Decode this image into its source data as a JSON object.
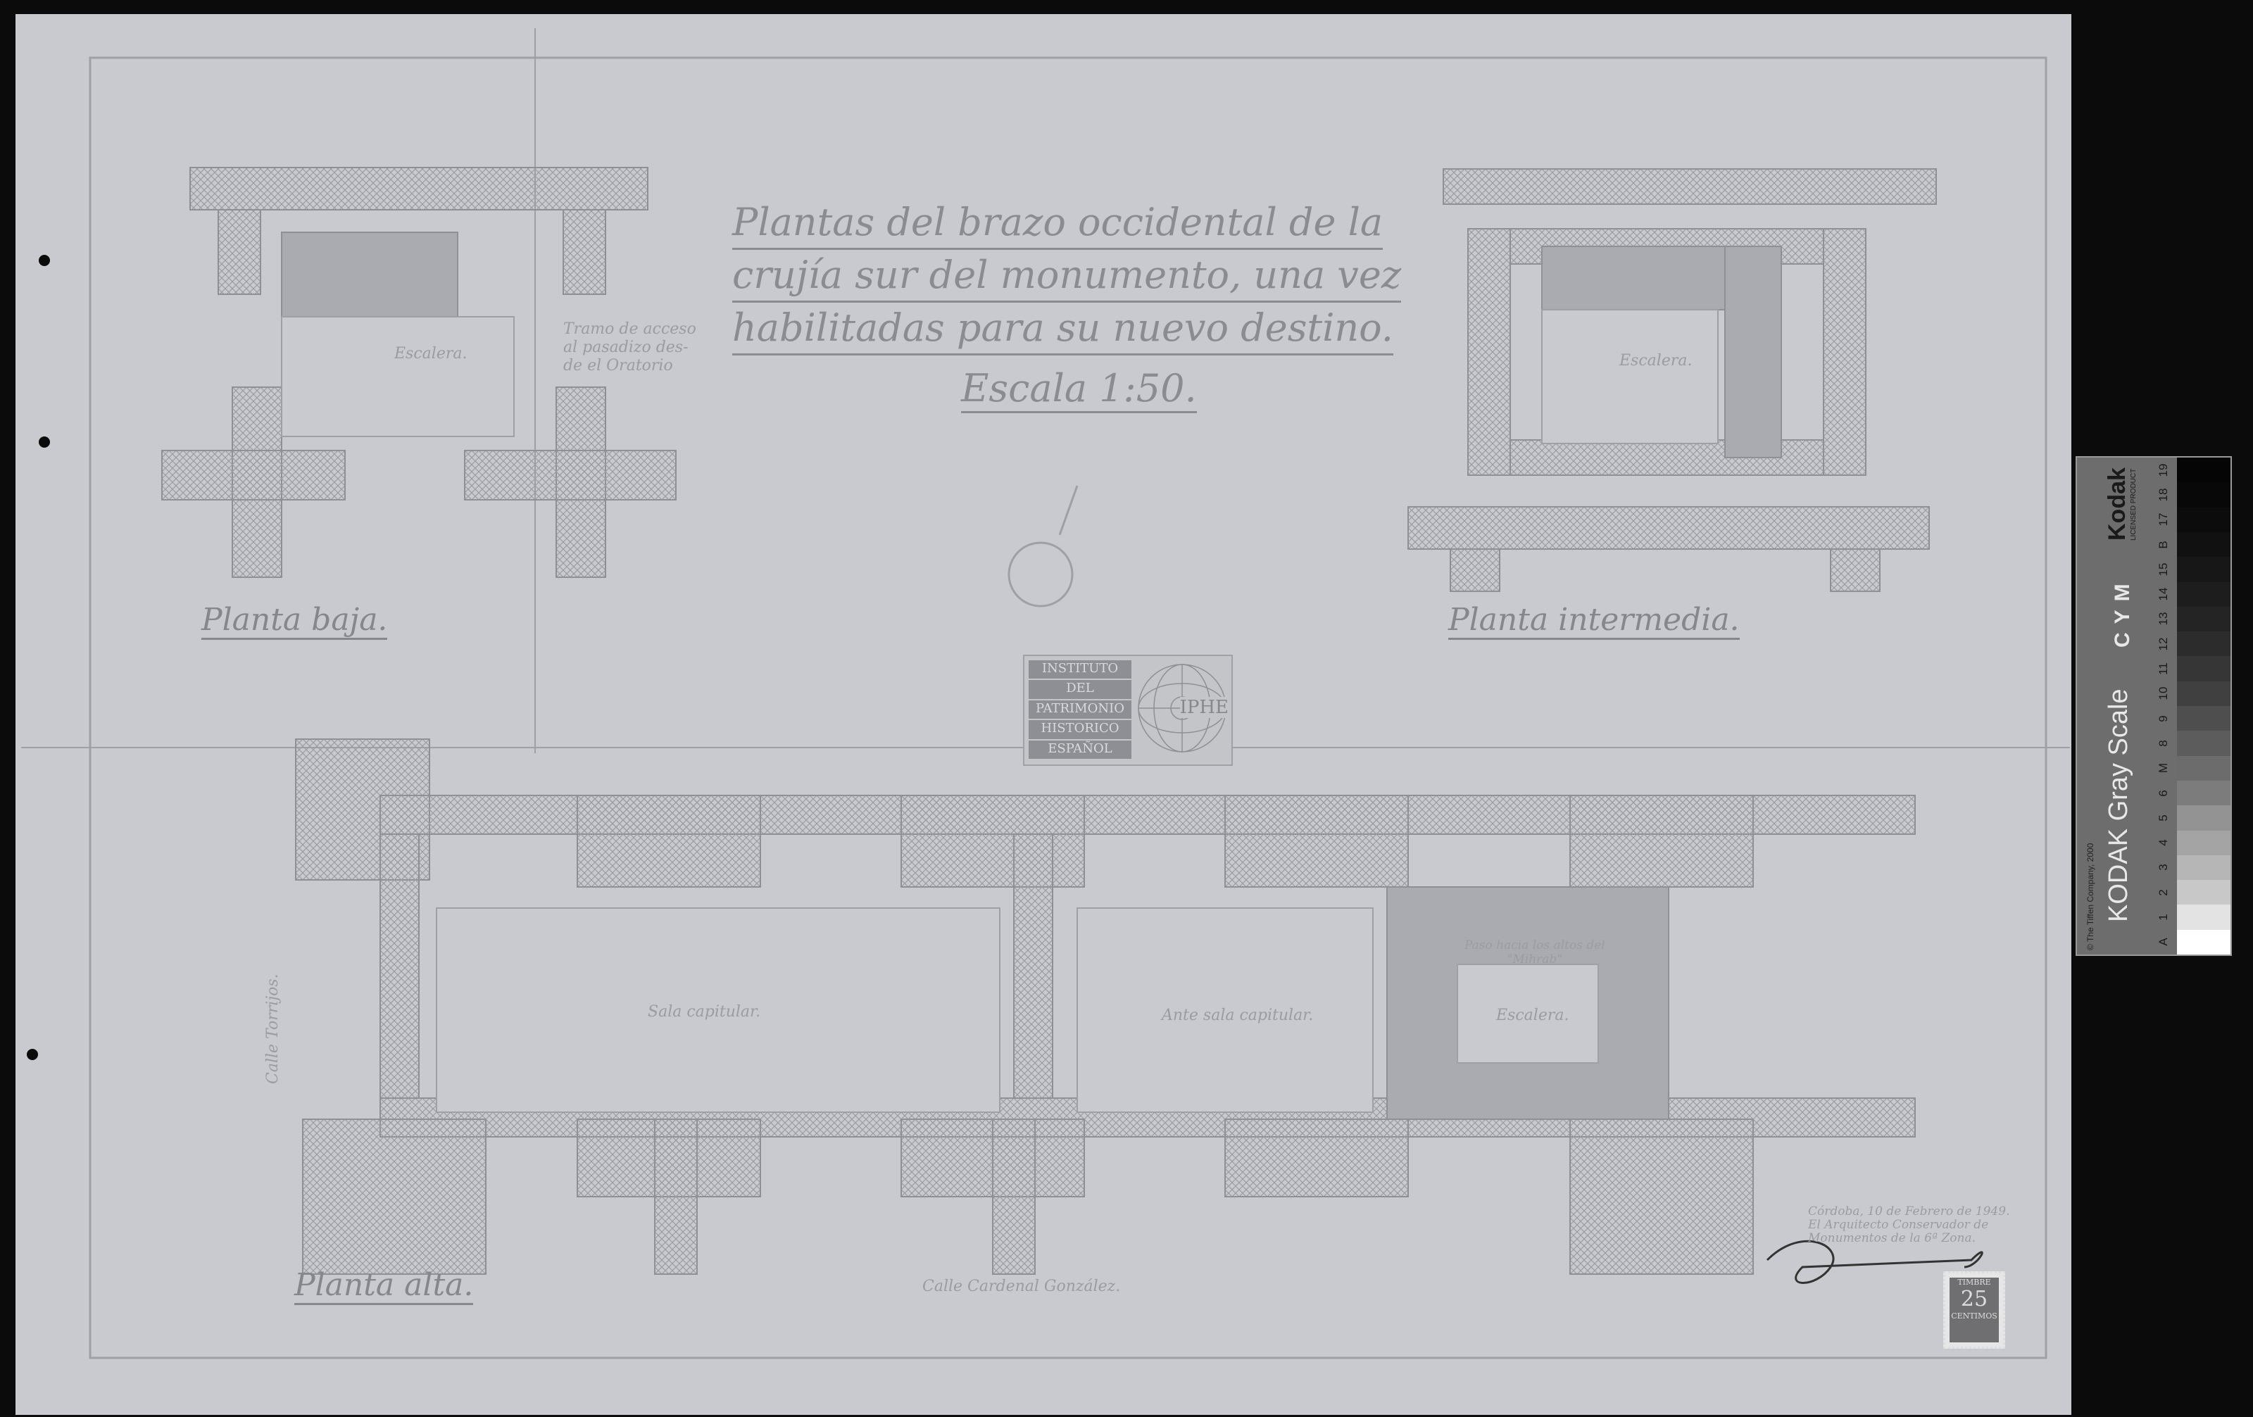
{
  "title": {
    "lines": [
      "Plantas del brazo occidental de la",
      "crujía sur del monumento, una vez",
      "habilitadas para su nuevo destino."
    ],
    "scale": "Escala 1:50."
  },
  "plans": {
    "ground": {
      "label": "Planta baja.",
      "room": "Escalera.",
      "note": [
        "Tramo de acceso",
        "al pasadizo des-",
        "de el Oratorio"
      ]
    },
    "intermediate": {
      "label": "Planta intermedia.",
      "room": "Escalera."
    },
    "upper": {
      "label": "Planta alta.",
      "rooms": [
        "Sala capitular.",
        "Ante sala capitular.",
        "Escalera."
      ],
      "passage_note": [
        "Paso hacia los altos del",
        "\"Mihrab\""
      ],
      "street_side": "Calle Torrijos.",
      "street_bottom": "Calle Cardenal González."
    }
  },
  "signature_block": {
    "lines": [
      "Córdoba, 10 de Febrero de 1949.",
      "El Arquitecto Conservador de",
      "Monumentos de la 6ª Zona."
    ]
  },
  "stamp": {
    "top": "TIMBRE",
    "value": "25",
    "bottom": "CENTIMOS"
  },
  "logo": {
    "lines": [
      "INSTITUTO",
      "DEL",
      "PATRIMONIO",
      "HISTORICO",
      "ESPAÑOL"
    ],
    "acronym": "IPHE"
  },
  "kodak_card": {
    "brand": "Kodak",
    "licensed": "LICENSED PRODUCT",
    "title": "KODAK Gray Scale",
    "copyright": "© The Tiffen Company, 2000",
    "cym": [
      "C",
      "Y",
      "M"
    ],
    "steps": [
      "A",
      "1",
      "2",
      "3",
      "4",
      "5",
      "6",
      "M",
      "8",
      "9",
      "10",
      "11",
      "12",
      "13",
      "14",
      "15",
      "B",
      "17",
      "18",
      "19"
    ]
  }
}
